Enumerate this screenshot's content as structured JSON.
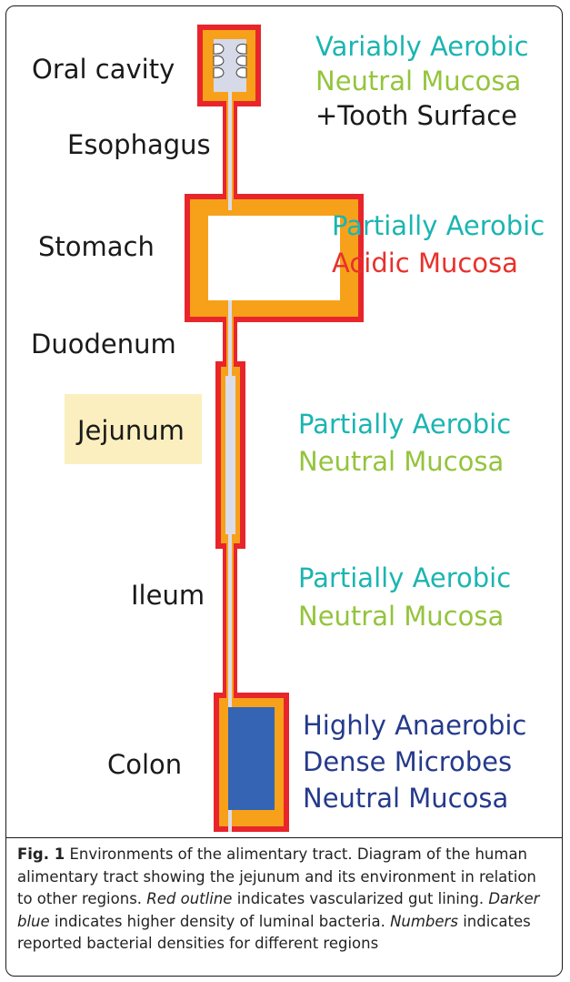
{
  "regions": {
    "oral_cavity": "Oral cavity",
    "esophagus": "Esophagus",
    "stomach": "Stomach",
    "duodenum": "Duodenum",
    "jejunum": "Jejunum",
    "ileum": "Ileum",
    "colon": "Colon"
  },
  "environments": {
    "oral": [
      "Variably Aerobic",
      "Neutral Mucosa",
      "+Tooth Surface"
    ],
    "stomach": [
      "Partially Aerobic",
      "Acidic Mucosa"
    ],
    "jejunum": [
      "Partially Aerobic",
      "Neutral Mucosa"
    ],
    "ileum": [
      "Partially Aerobic",
      "Neutral Mucosa"
    ],
    "colon": [
      "Highly Anaerobic",
      "Dense Microbes",
      "Neutral Mucosa"
    ]
  },
  "colors": {
    "outline_red": "#e8252b",
    "lining_orange": "#f7a11a",
    "lumen_light": "#dadde9",
    "lumen_mid": "#d5d9e8",
    "lumen_dense": "#3464b3",
    "jejunum_highlight": "#fbefbf",
    "aerobic_teal": "#1bb5b1",
    "mucosa_green": "#94c43c",
    "acidic_red": "#e8312b",
    "anaerobic_navy": "#253a8c"
  },
  "caption": {
    "fig_label": "Fig. 1",
    "title": "Environments of the alimentary tract.",
    "sentence1": "Diagram of the human alimentary tract showing the jejunum and its environment in relation to other regions.",
    "term_red": "Red outline",
    "sentence2": "indicates vascularized gut lining.",
    "term_darker_blue": "Darker blue",
    "sentence3": "indicates higher density of luminal bacteria.",
    "term_numbers": "Numbers",
    "sentence4": "indicates reported bacterial densities for different regions"
  }
}
